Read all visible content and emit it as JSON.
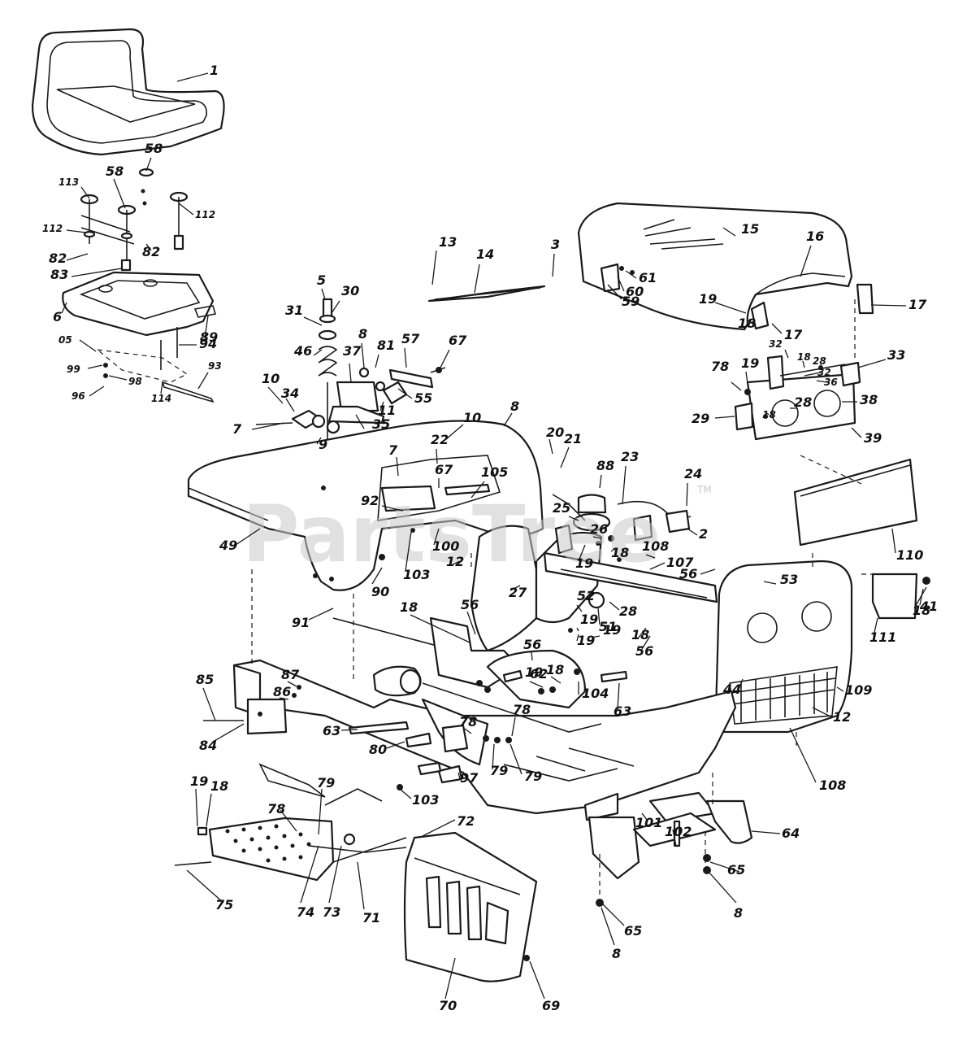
{
  "watermark": {
    "text": "PartsTree",
    "trademark": "TM"
  },
  "callouts": [
    "1",
    "58",
    "58",
    "113",
    "112",
    "112",
    "82",
    "82",
    "83",
    "6",
    "89",
    "94",
    "05",
    "99",
    "98",
    "93",
    "96",
    "114",
    "13",
    "14",
    "3",
    "15",
    "16",
    "61",
    "60",
    "59",
    "19",
    "18",
    "17",
    "17",
    "32",
    "33",
    "18",
    "28",
    "32",
    "36",
    "78",
    "19",
    "38",
    "28",
    "29",
    "18",
    "39",
    "110",
    "5",
    "30",
    "31",
    "8",
    "81",
    "57",
    "67",
    "46",
    "37",
    "55",
    "10",
    "34",
    "11",
    "7",
    "9",
    "35",
    "10",
    "8",
    "20",
    "21",
    "22",
    "7",
    "67",
    "105",
    "92",
    "49",
    "100",
    "103",
    "90",
    "12",
    "91",
    "88",
    "23",
    "24",
    "25",
    "2",
    "26",
    "19",
    "18",
    "108",
    "107",
    "27",
    "56",
    "28",
    "51",
    "52",
    "53",
    "111",
    "41",
    "18",
    "19",
    "19",
    "18",
    "56",
    "56",
    "18",
    "19",
    "62",
    "56",
    "19",
    "18",
    "104",
    "63",
    "44",
    "109",
    "12",
    "85",
    "87",
    "86",
    "84",
    "63",
    "80",
    "78",
    "78",
    "79",
    "79",
    "97",
    "108",
    "19",
    "18",
    "79",
    "78",
    "103",
    "72",
    "64",
    "74",
    "73",
    "71",
    "75",
    "70",
    "69",
    "101",
    "102",
    "8",
    "65",
    "65",
    "8"
  ],
  "colors": {
    "line": "#1a1a1a",
    "watermark": "#c9c9c9",
    "background": "#ffffff"
  }
}
